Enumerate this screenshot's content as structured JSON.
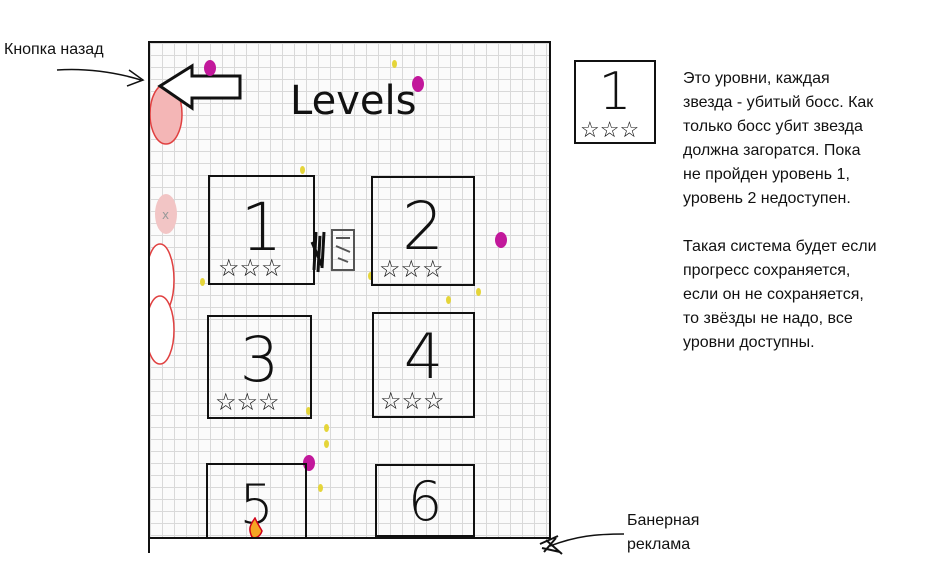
{
  "annotations": {
    "back_button_label": "Кнопка назад",
    "description": "Это уровни, каждая\nзвезда - убитый босс. Как\nтолько босс убит звезда\nдолжна загоратся. Пока\nне пройден уровень 1,\nуровень 2 недоступен.\n\nТакая система будет если\nпрогресс сохраняется,\nесли он не сохраняется,\nто звёзды не надо, все\nуровни доступны.",
    "banner_label": "Банерная\nреклама"
  },
  "screen": {
    "title": "Levels",
    "levels": [
      {
        "number": "1",
        "stars": "☆☆☆"
      },
      {
        "number": "2",
        "stars": "☆☆☆"
      },
      {
        "number": "3",
        "stars": "☆☆☆"
      },
      {
        "number": "4",
        "stars": "☆☆☆"
      },
      {
        "number": "5"
      },
      {
        "number": "6"
      }
    ]
  },
  "legend": {
    "number": "1",
    "stars": "☆☆☆"
  },
  "colors": {
    "decor_magenta": "#c2189b",
    "decor_yellow": "#e5d53a",
    "decor_red_outline": "#e04040",
    "decor_red_fill": "#f4b6b6"
  }
}
